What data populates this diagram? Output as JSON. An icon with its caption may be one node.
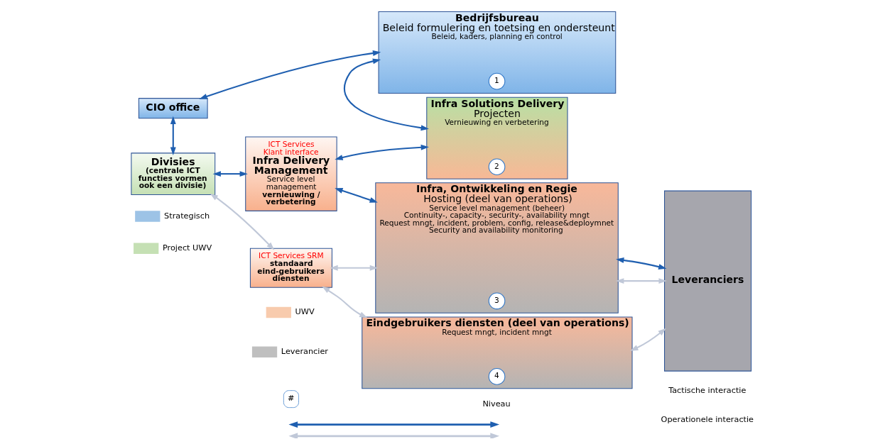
{
  "diagram": {
    "nodes": [
      {
        "text": [
          "CIO office"
        ]
      },
      {
        "text": [
          "Bedrijfsbureau",
          "Beleid formulering en toetsing en ondersteunt",
          "Beleid, kaders, planning en control"
        ]
      },
      {
        "text": [
          "1"
        ],
        "in": 1
      },
      {
        "text": [
          "Leveranciers"
        ]
      },
      {
        "text": [
          "Divisies",
          "(centrale ICT functies vormen ook een divisie)"
        ]
      },
      {
        "text": [
          "ICT Services Klant interface",
          "Infra Delivery Management",
          "Service level management",
          "vernieuwing / verbetering"
        ]
      },
      {
        "text": [
          "Infra Solutions Delivery",
          "Projecten",
          "Vernieuwing en verbetering"
        ]
      },
      {
        "text": [
          "2"
        ],
        "in": 6
      },
      {
        "text": [
          "Infra, Ontwikkeling en Regie",
          "Hosting (deel van operations)",
          "Service level management (beheer)",
          "Continuity-, capacity-, security-, availability mngt",
          "Request mngt, incident, problem, config, release&deploymnet",
          "Security and availability monitoring"
        ]
      },
      {
        "text": [
          "3"
        ],
        "in": 8
      },
      {
        "text": [
          "ICT Services SRM",
          "standaard eind-gebruikers diensten"
        ]
      },
      {
        "text": [
          "Eindgebruikers diensten (deel van operations)",
          "Request mngt, incident mngt"
        ]
      },
      {
        "text": [
          "4"
        ],
        "in": 11
      }
    ],
    "edges": [
      {
        "from": 0,
        "to": 1,
        "arrow": "both"
      },
      {
        "from": 0,
        "to": 4,
        "arrow": "both"
      },
      {
        "from": 1,
        "to": 6,
        "arrow": "both"
      },
      {
        "from": 4,
        "to": 5,
        "arrow": "both"
      },
      {
        "from": 5,
        "to": 6,
        "arrow": "both"
      },
      {
        "from": 5,
        "to": 8,
        "arrow": "both"
      },
      {
        "from": 8,
        "to": 3,
        "arrow": "both"
      },
      {
        "from": 10,
        "to": 8,
        "arrow": "both",
        "color": "#c0c8d8"
      },
      {
        "from": 4,
        "to": 10,
        "arrow": "both",
        "color": "#c0c8d8"
      },
      {
        "from": 10,
        "to": 11,
        "arrow": "both",
        "color": "#c0c8d8"
      },
      {
        "from": 8,
        "to": 3,
        "arrow": "both",
        "color": "#c0c8d8"
      },
      {
        "from": 11,
        "to": 3,
        "arrow": "both",
        "color": "#c0c8d8"
      }
    ],
    "labels": [
      "#"
    ],
    "legend": [
      {
        "text": "Strategisch",
        "color": "#9dc3e6"
      },
      {
        "text": "Project UWV",
        "color": "#c5e0b4"
      },
      {
        "text": "UWV",
        "color": "#f8cbad"
      },
      {
        "text": "Leverancier",
        "color": "#bfbfbf"
      },
      {
        "text": "Niveau"
      },
      {
        "text": "Tactische interactie"
      },
      {
        "text": "Operationele interactie"
      }
    ]
  }
}
